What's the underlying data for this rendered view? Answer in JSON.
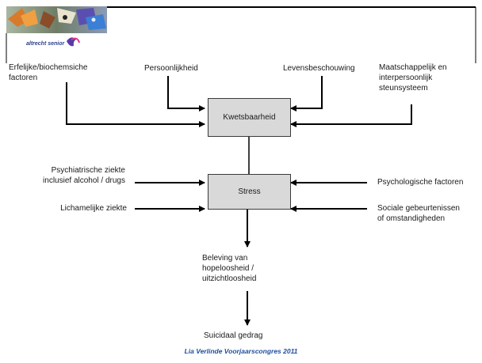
{
  "logo": {
    "text": "altrecht senior"
  },
  "diagram": {
    "nodes": {
      "kwetsbaarheid": "Kwetsbaarheid",
      "stress": "Stress"
    },
    "inputs_top": {
      "erfelijke": "Erfelijke/biochemsiche\nfactoren",
      "persoonlijkheid": "Persoonlijkheid",
      "levensbeschouwing": "Levensbeschouwing",
      "maatschappelijk": "Maatschappelijk en\ninterpersoonlijk\nsteunsysteem"
    },
    "inputs_mid": {
      "psychiatrisch": "Psychiatrische ziekte\ninclusief alcohol / drugs",
      "lichamelijk": "Lichamelijke ziekte",
      "psychologisch": "Psychologische factoren",
      "sociaal": "Sociale gebeurtenissen\nof omstandigheden"
    },
    "outcomes": {
      "beleving": "Beleving van\nhopeloosheid /\nuitzichtloosheid",
      "suicidaal": "Suicidaal gedrag"
    }
  },
  "footer": {
    "text": "Lia Verlinde Voorjaarscongres 2011"
  }
}
